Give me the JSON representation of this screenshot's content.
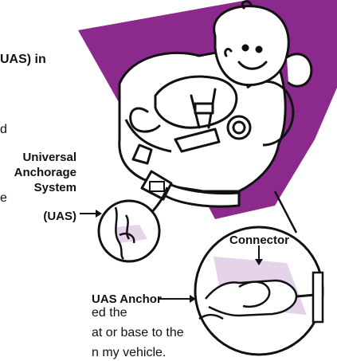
{
  "page": {
    "heading_fragment": "UAS) in",
    "left_fragments": [
      "d",
      "e"
    ],
    "body_lines": [
      "ed the",
      "at or base to the",
      "n my vehicle."
    ]
  },
  "callouts": {
    "uas_label_lines": [
      "Universal",
      "Anchorage",
      "System",
      "(UAS)"
    ],
    "connector_label": "Connector",
    "anchor_label": "UAS Anchor"
  },
  "colors": {
    "accent_purple": "#8b2a8c",
    "light_lilac": "#e5d3ea",
    "line": "#111111"
  },
  "illustration": {
    "subject": "infant-in-car-seat",
    "icons": [
      "baby-illustration",
      "car-seat-illustration",
      "detail-circle-small",
      "detail-circle-large"
    ]
  }
}
